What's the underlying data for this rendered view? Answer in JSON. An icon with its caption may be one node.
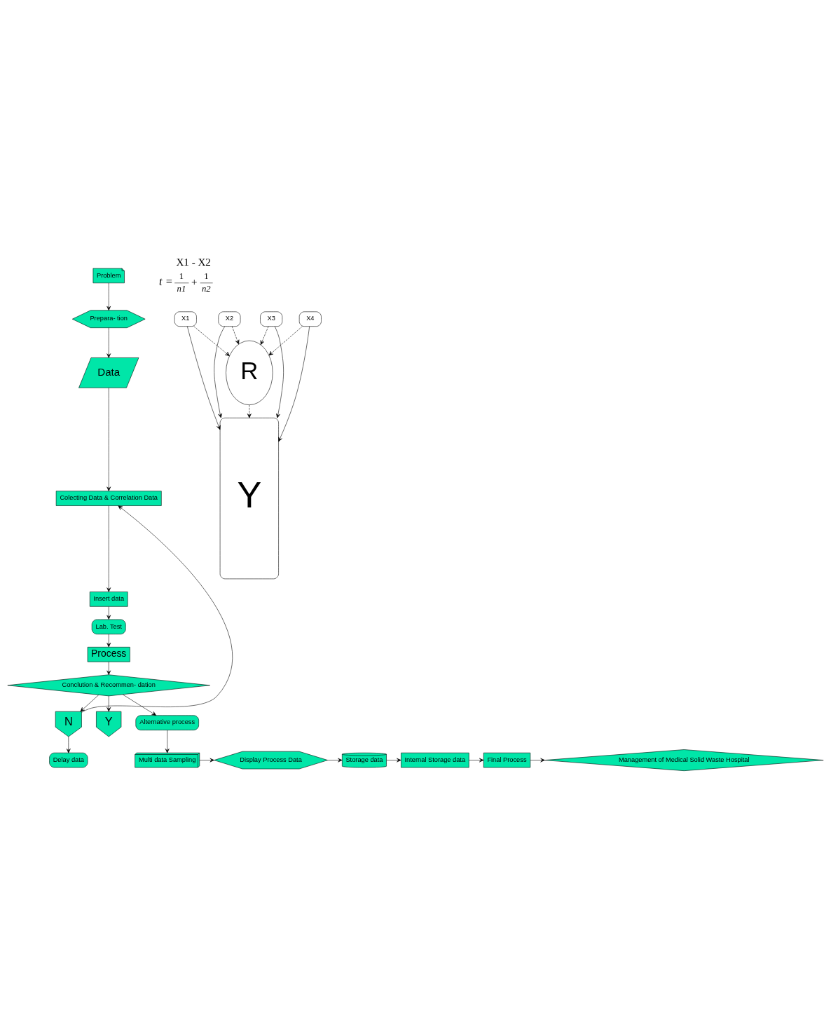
{
  "diagram": {
    "nodes": [
      {
        "text": [
          "Problem"
        ]
      },
      {
        "text": [
          "Prepara- tion"
        ]
      },
      {
        "text": [
          "Data"
        ]
      },
      {
        "text": [
          "Colecting Data & Correlation Data"
        ]
      },
      {
        "text": [
          "Insert data"
        ]
      },
      {
        "text": [
          "Lab. Test"
        ]
      },
      {
        "text": [
          "Process"
        ]
      },
      {
        "text": [
          "Conclution & Recommen- dation"
        ]
      },
      {
        "text": [
          "N"
        ]
      },
      {
        "text": [
          "Y"
        ]
      },
      {
        "text": [
          "Delay data"
        ]
      },
      {
        "text": [
          "Alternative process"
        ]
      },
      {
        "text": [
          "Multi data Sampling"
        ]
      },
      {
        "text": [
          "Display Process Data"
        ]
      },
      {
        "text": [
          "Storage data"
        ]
      },
      {
        "text": [
          "Internal Storage data"
        ]
      },
      {
        "text": [
          "Final Process"
        ]
      },
      {
        "text": [
          "Management of Medical Solid Waste Hospital"
        ]
      },
      {
        "text": [
          "X1"
        ]
      },
      {
        "text": [
          "X2"
        ]
      },
      {
        "text": [
          "X3"
        ]
      },
      {
        "text": [
          "X4"
        ]
      },
      {
        "text": [
          "R"
        ]
      },
      {
        "text": [
          "Y"
        ]
      }
    ],
    "edges": [
      {
        "from": 0,
        "to": 1,
        "arrow": "to"
      },
      {
        "from": 1,
        "to": 2,
        "arrow": "to"
      },
      {
        "from": 2,
        "to": 3,
        "arrow": "to"
      },
      {
        "from": 3,
        "to": 4,
        "arrow": "to"
      },
      {
        "from": 4,
        "to": 5,
        "arrow": "to"
      },
      {
        "from": 5,
        "to": 6,
        "arrow": "to"
      },
      {
        "from": 6,
        "to": 7,
        "arrow": "to"
      },
      {
        "from": 7,
        "to": 8,
        "arrow": "to"
      },
      {
        "from": 7,
        "to": 9,
        "arrow": "to"
      },
      {
        "from": 8,
        "to": 10,
        "arrow": "to"
      },
      {
        "from": 8,
        "to": 3,
        "arrow": "to"
      },
      {
        "from": 7,
        "to": 11,
        "arrow": "to"
      },
      {
        "from": 11,
        "to": 12,
        "arrow": "to"
      },
      {
        "from": 12,
        "to": 13,
        "arrow": "to"
      },
      {
        "from": 13,
        "to": 14,
        "arrow": "to"
      },
      {
        "from": 14,
        "to": 15,
        "arrow": "to"
      },
      {
        "from": 15,
        "to": 16,
        "arrow": "to"
      },
      {
        "from": 16,
        "to": 17,
        "arrow": "to"
      },
      {
        "from": 18,
        "to": 23,
        "arrow": "to"
      },
      {
        "from": 18,
        "to": 22,
        "arrow": "to",
        "style": "dashed"
      },
      {
        "from": 19,
        "to": 23,
        "arrow": "to"
      },
      {
        "from": 19,
        "to": 22,
        "arrow": "to",
        "style": "dashed"
      },
      {
        "from": 20,
        "to": 22,
        "arrow": "to",
        "style": "dashed"
      },
      {
        "from": 20,
        "to": 23,
        "arrow": "to"
      },
      {
        "from": 21,
        "to": 22,
        "arrow": "to",
        "style": "dashed"
      },
      {
        "from": 21,
        "to": 23,
        "arrow": "to"
      },
      {
        "from": 22,
        "to": 23,
        "arrow": "to",
        "style": "dashed"
      }
    ],
    "labels": [
      "X1 - X2",
      "t =",
      "1",
      "+",
      "1",
      "n1",
      "n2"
    ]
  }
}
